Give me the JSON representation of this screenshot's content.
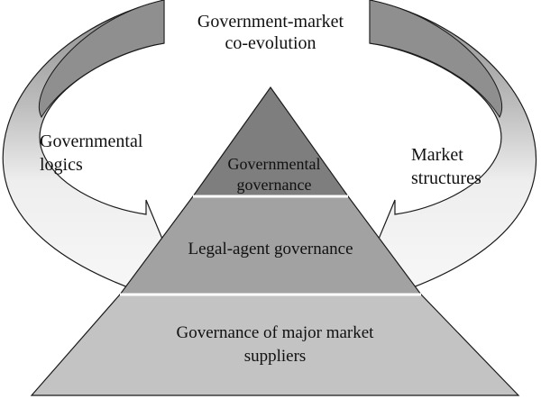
{
  "diagram": {
    "top_label": [
      "Government-market",
      "co-evolution"
    ],
    "left_label": [
      "Governmental",
      "logics"
    ],
    "right_label": [
      "Market",
      "structures"
    ],
    "pyramid": {
      "top_tier": [
        "Governmental",
        "governance"
      ],
      "middle_tier": [
        "Legal-agent governance"
      ],
      "bottom_tier": [
        "Governance of major market",
        "suppliers"
      ]
    },
    "colors": {
      "top_tier": "#7e7e7e",
      "middle_tier": "#a2a2a2",
      "bottom_tier": "#c3c3c3",
      "arrow_dark": "#8f8f8f",
      "arrow_light": "#f4f4f4",
      "outline": "#1a1a1a"
    }
  }
}
